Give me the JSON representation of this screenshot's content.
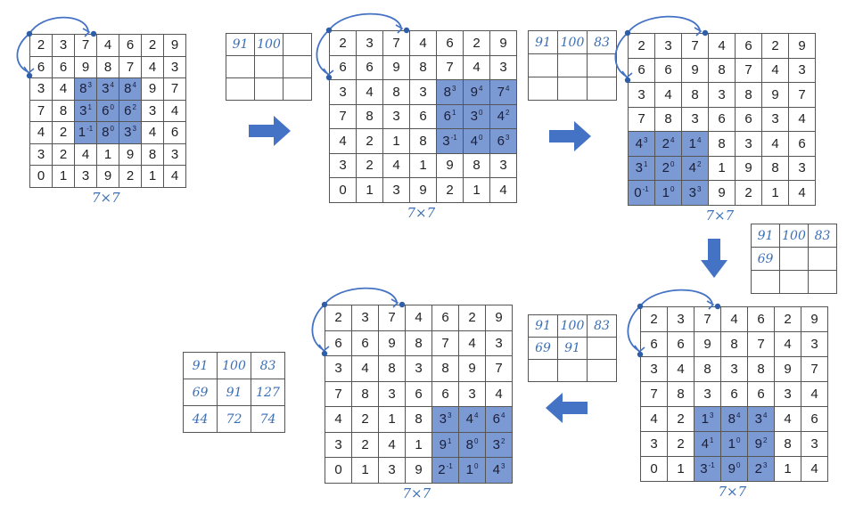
{
  "input_grid": [
    [
      "2",
      "3",
      "7",
      "4",
      "6",
      "2",
      "9"
    ],
    [
      "6",
      "6",
      "9",
      "8",
      "7",
      "4",
      "3"
    ],
    [
      "3",
      "4",
      "8",
      "3",
      "8",
      "9",
      "7"
    ],
    [
      "7",
      "8",
      "3",
      "6",
      "6",
      "3",
      "4"
    ],
    [
      "4",
      "2",
      "1",
      "8",
      "3",
      "4",
      "6"
    ],
    [
      "3",
      "2",
      "4",
      "1",
      "9",
      "8",
      "3"
    ],
    [
      "0",
      "1",
      "3",
      "9",
      "2",
      "1",
      "4"
    ]
  ],
  "kernel": [
    [
      "3",
      "4",
      "4"
    ],
    [
      "1",
      "0",
      "2"
    ],
    [
      "-1",
      "0",
      "3"
    ]
  ],
  "size_label": "7×7",
  "output_values": [
    "91",
    "100",
    "83",
    "69",
    "91",
    "127",
    "44",
    "72",
    "74"
  ],
  "steps": [
    {
      "row": 2,
      "col": 2,
      "outputs_filled": 2
    },
    {
      "row": 2,
      "col": 4,
      "outputs_filled": 3
    },
    {
      "row": 4,
      "col": 0,
      "outputs_filled": 4
    },
    {
      "row": 4,
      "col": 2,
      "outputs_filled": 5
    },
    {
      "row": 4,
      "col": 4,
      "outputs_filled": 9
    }
  ],
  "colors": {
    "highlight": "#7b99d3",
    "arrow": "#4472c4",
    "handwriting": "#3a6fb7",
    "grid_line": "#555555"
  }
}
